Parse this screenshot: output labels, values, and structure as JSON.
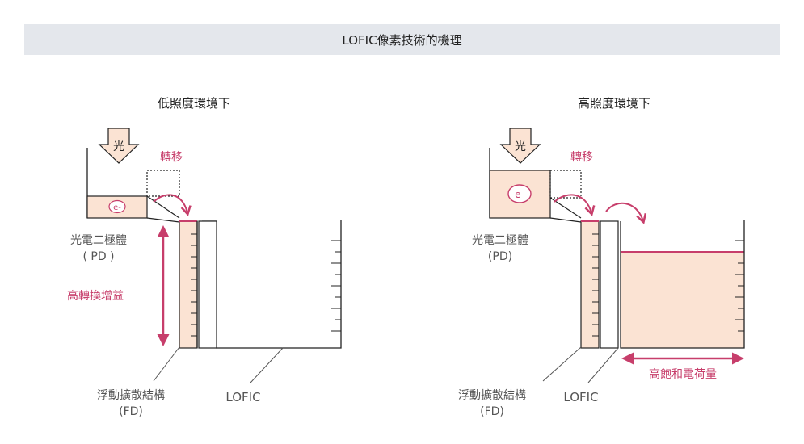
{
  "title": "LOFIC像素技術的機理",
  "colors": {
    "accent": "#c73e6b",
    "fill": "#fbe3d3",
    "stroke": "#222222",
    "label": "#555555",
    "title_bg": "#e4e7ec"
  },
  "left_panel": {
    "heading": "低照度環境下",
    "light_label": "光",
    "transfer_label": "轉移",
    "electron_label": "e-",
    "pd_label": "光電二極體",
    "pd_abbr": "( PD )",
    "gain_label": "高轉換增益",
    "fd_label": "浮動擴散結構",
    "fd_abbr": "(FD)",
    "lofic_label": "LOFIC"
  },
  "right_panel": {
    "heading": "高照度環境下",
    "light_label": "光",
    "transfer_label": "轉移",
    "electron_label": "e-",
    "pd_label": "光電二極體",
    "pd_abbr": "(PD)",
    "fd_label": "浮動擴散結構",
    "fd_abbr": "(FD)",
    "lofic_label": "LOFIC",
    "capacity_label": "高飽和電荷量"
  }
}
